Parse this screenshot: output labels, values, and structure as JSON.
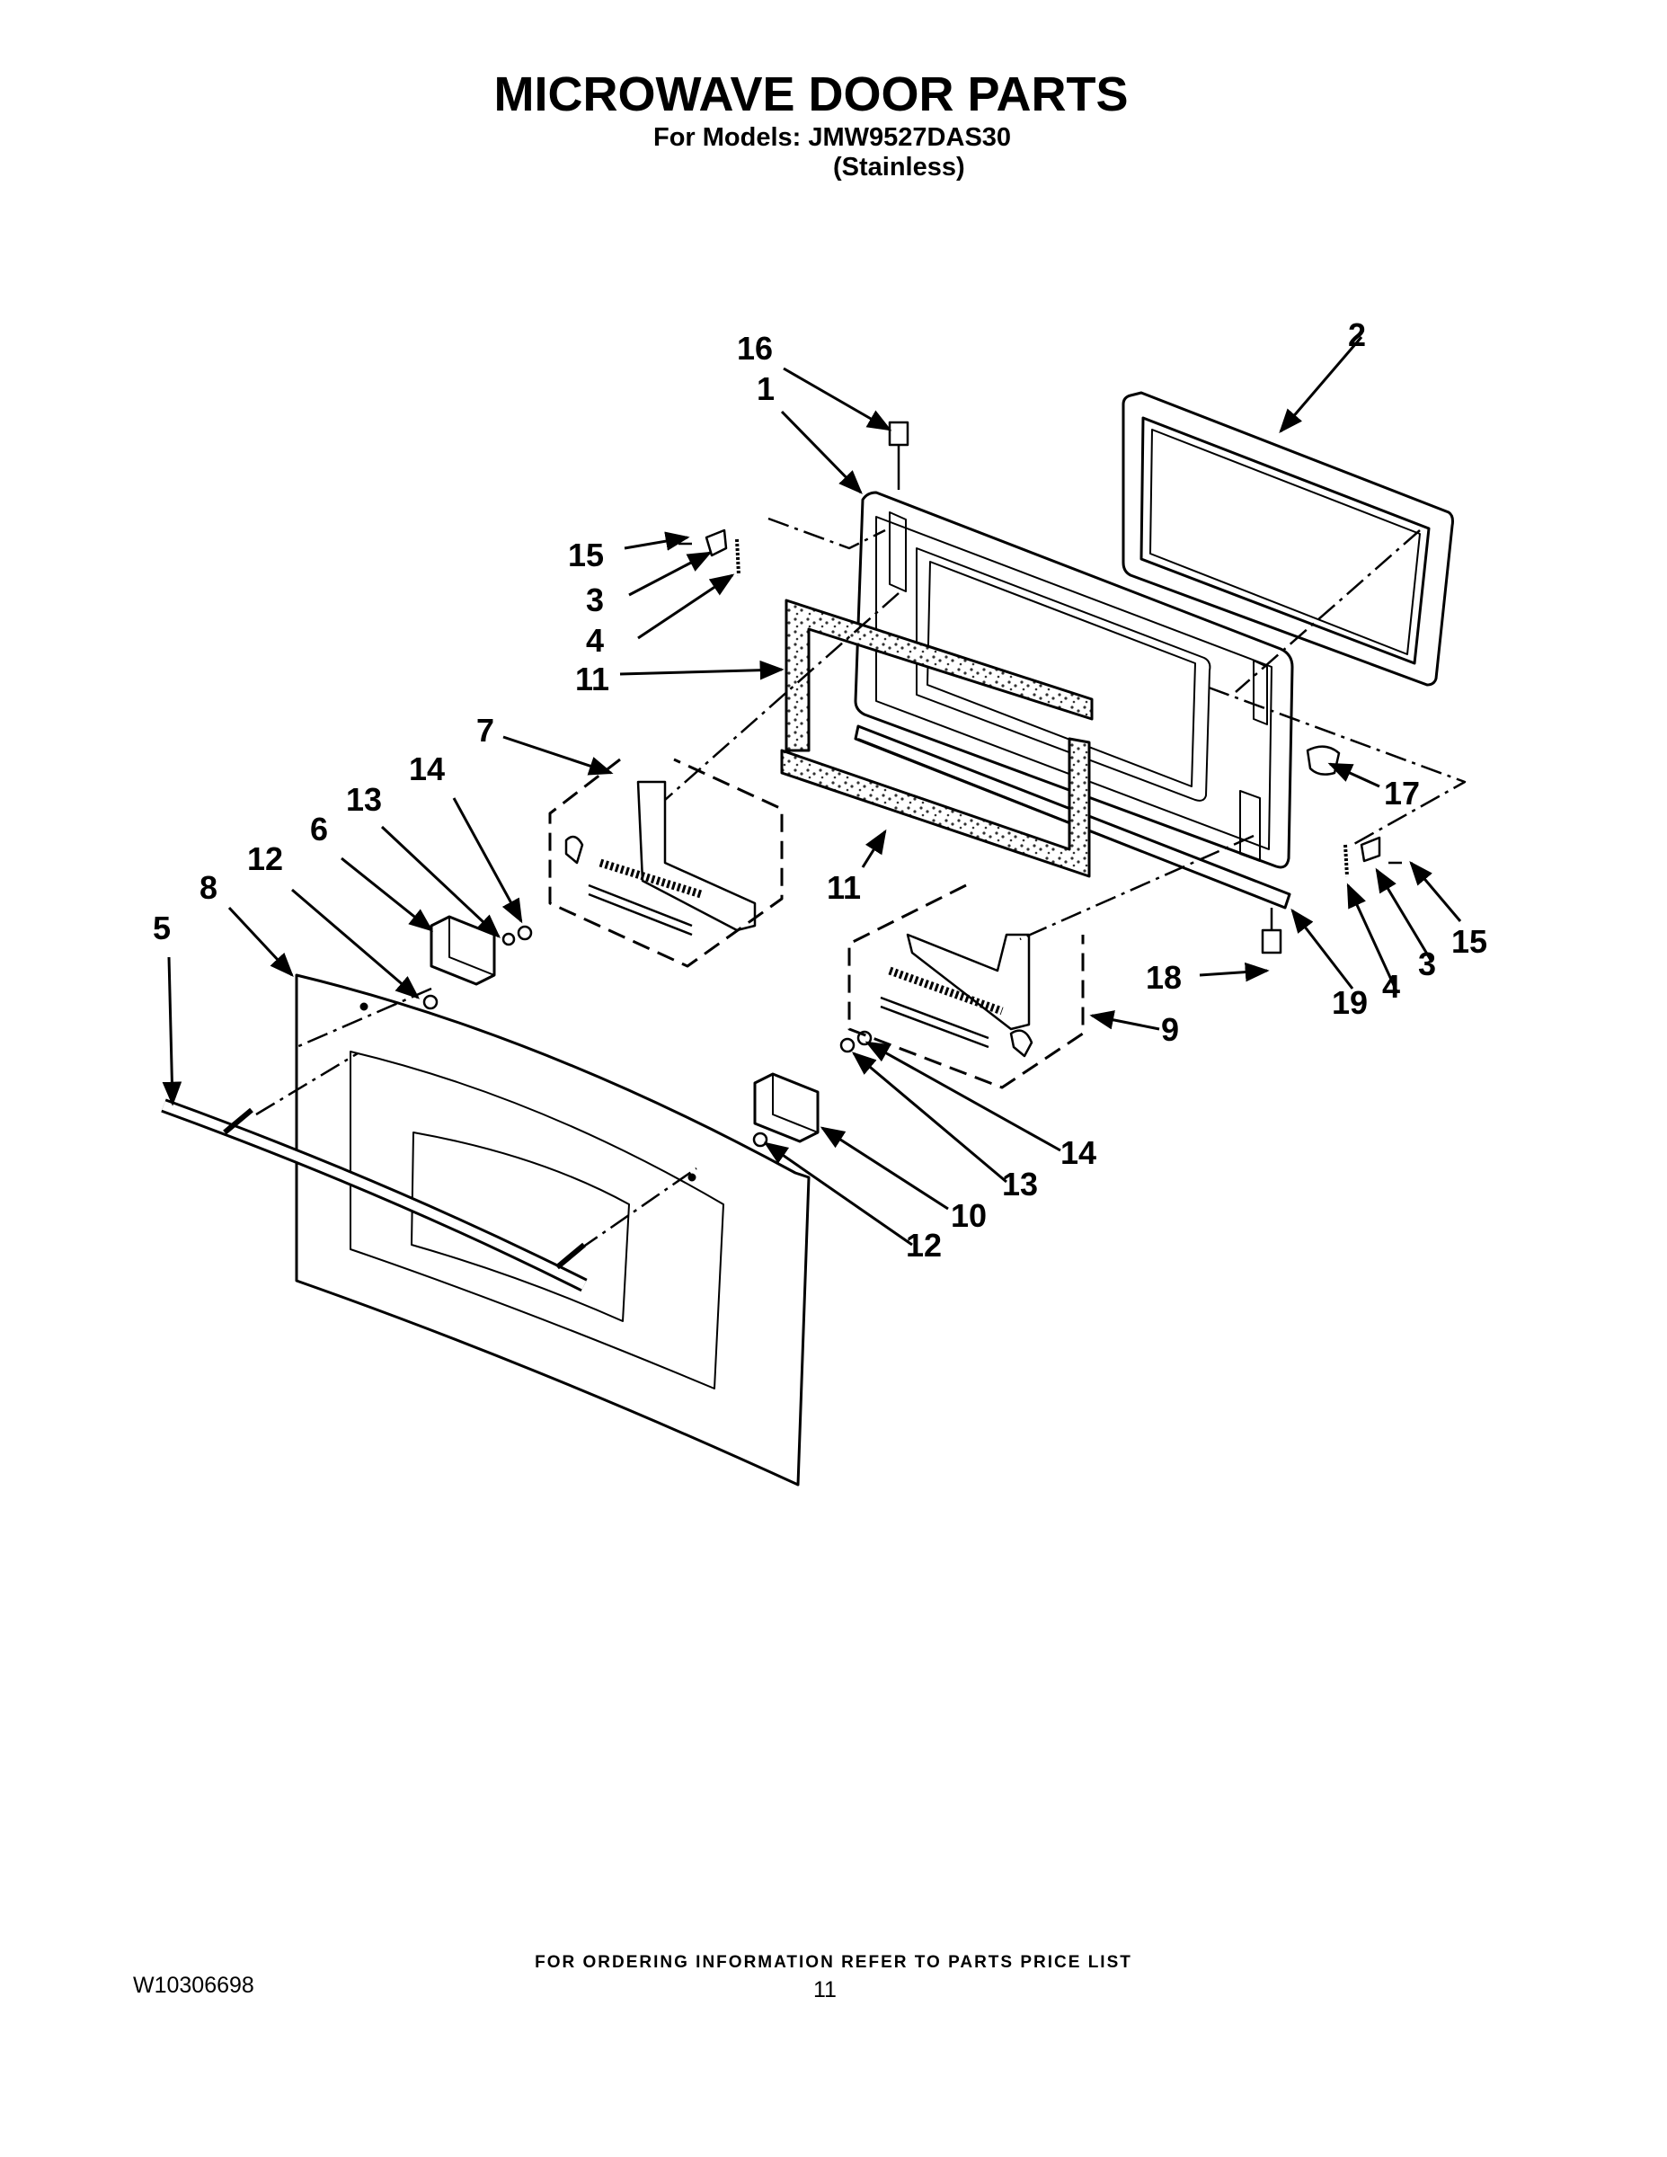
{
  "header": {
    "title": "MICROWAVE DOOR PARTS",
    "models": "For Models: JMW9527DAS30",
    "finish": "(Stainless)"
  },
  "diagram": {
    "callouts": [
      {
        "id": "c16",
        "label": "16"
      },
      {
        "id": "c1",
        "label": "1"
      },
      {
        "id": "c2",
        "label": "2"
      },
      {
        "id": "c15a",
        "label": "15"
      },
      {
        "id": "c3a",
        "label": "3"
      },
      {
        "id": "c4a",
        "label": "4"
      },
      {
        "id": "c11a",
        "label": "11"
      },
      {
        "id": "c7",
        "label": "7"
      },
      {
        "id": "c14a",
        "label": "14"
      },
      {
        "id": "c13a",
        "label": "13"
      },
      {
        "id": "c6",
        "label": "6"
      },
      {
        "id": "c12a",
        "label": "12"
      },
      {
        "id": "c8",
        "label": "8"
      },
      {
        "id": "c5",
        "label": "5"
      },
      {
        "id": "c11b",
        "label": "11"
      },
      {
        "id": "c17",
        "label": "17"
      },
      {
        "id": "c15b",
        "label": "15"
      },
      {
        "id": "c3b",
        "label": "3"
      },
      {
        "id": "c4b",
        "label": "4"
      },
      {
        "id": "c18",
        "label": "18"
      },
      {
        "id": "c19",
        "label": "19"
      },
      {
        "id": "c9",
        "label": "9"
      },
      {
        "id": "c14b",
        "label": "14"
      },
      {
        "id": "c13b",
        "label": "13"
      },
      {
        "id": "c10",
        "label": "10"
      },
      {
        "id": "c12b",
        "label": "12"
      }
    ]
  },
  "footer": {
    "ordering_note": "FOR ORDERING INFORMATION REFER TO PARTS PRICE LIST",
    "doc_number": "W10306698",
    "page_number": "11"
  }
}
